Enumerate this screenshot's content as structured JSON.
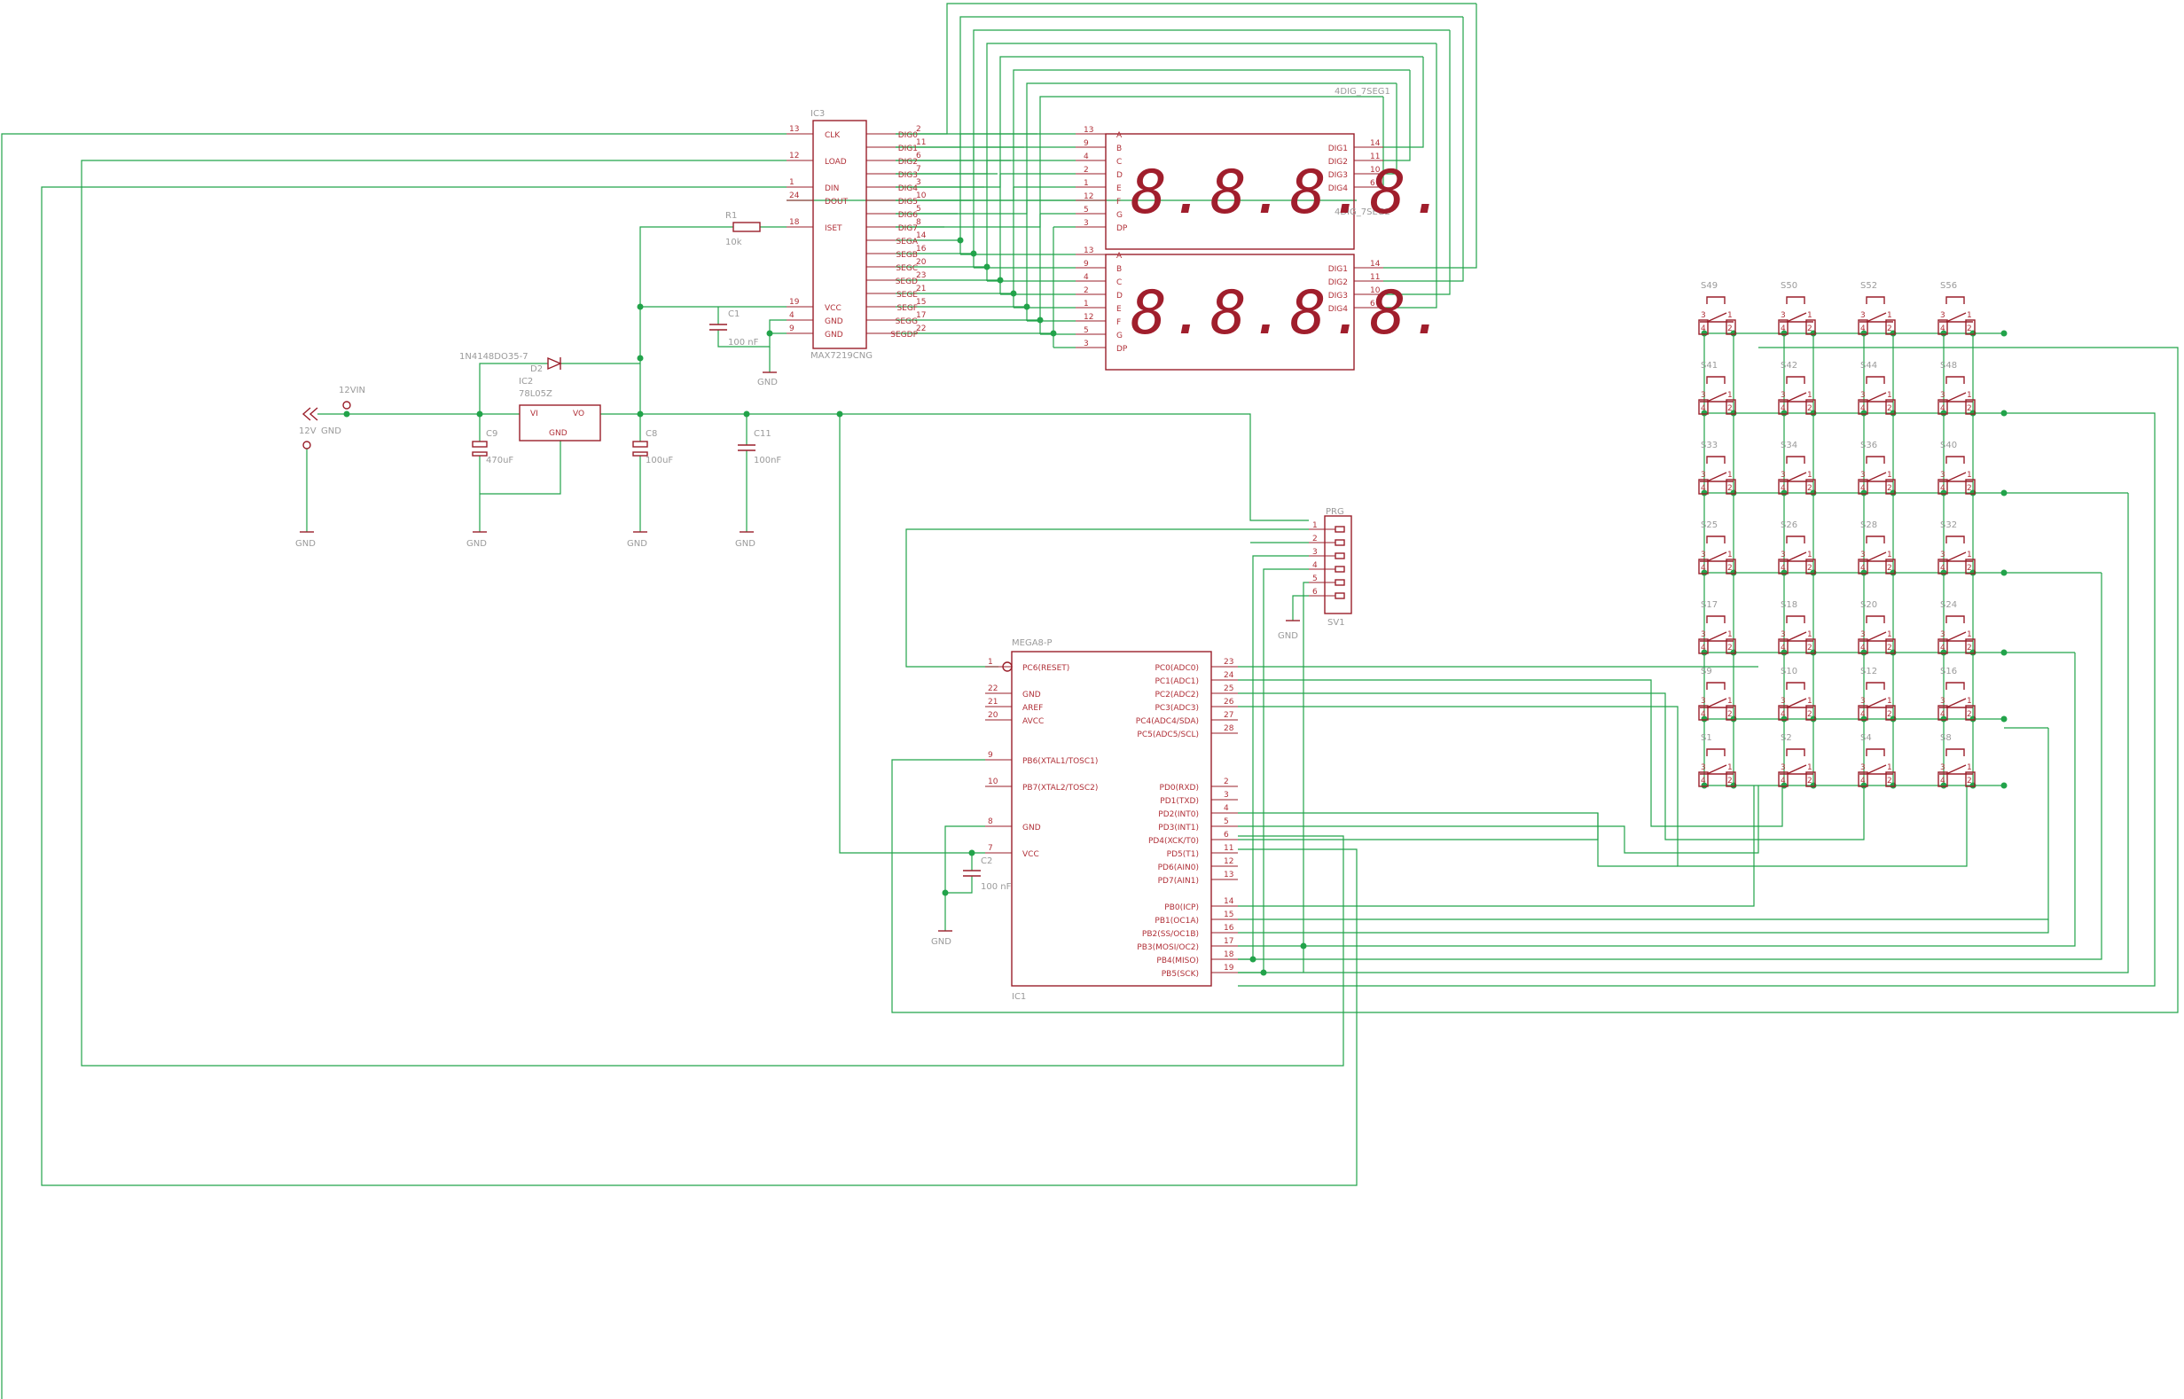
{
  "colors": {
    "wire": "#22a34a",
    "part": "#9a1f2a",
    "text": "#b03038",
    "label": "#9a9a9a",
    "bg": "#ffffff"
  },
  "ic3": {
    "name": "IC3",
    "value": "MAX7219CNG",
    "left": [
      {
        "num": "13",
        "label": "CLK"
      },
      {
        "num": "12",
        "label": "LOAD"
      },
      {
        "num": "1",
        "label": "DIN"
      },
      {
        "num": "24",
        "label": "DOUT"
      },
      {
        "num": "18",
        "label": "ISET"
      },
      {
        "num": "19",
        "label": "VCC"
      },
      {
        "num": "4",
        "label": "GND"
      },
      {
        "num": "9",
        "label": "GND"
      }
    ],
    "right": [
      {
        "num": "2",
        "label": "DIG0"
      },
      {
        "num": "11",
        "label": "DIG1"
      },
      {
        "num": "6",
        "label": "DIG2"
      },
      {
        "num": "7",
        "label": "DIG3"
      },
      {
        "num": "3",
        "label": "DIG4"
      },
      {
        "num": "10",
        "label": "DIG5"
      },
      {
        "num": "5",
        "label": "DIG6"
      },
      {
        "num": "8",
        "label": "DIG7"
      },
      {
        "num": "14",
        "label": "SEGA"
      },
      {
        "num": "16",
        "label": "SEGB"
      },
      {
        "num": "20",
        "label": "SEGC"
      },
      {
        "num": "23",
        "label": "SEGD"
      },
      {
        "num": "21",
        "label": "SEGE"
      },
      {
        "num": "15",
        "label": "SEGF"
      },
      {
        "num": "17",
        "label": "SEGG"
      },
      {
        "num": "22",
        "label": "SEGDP"
      }
    ]
  },
  "displays": [
    {
      "name": "4DIG_7SEG1",
      "digits": "8.8.8.8."
    },
    {
      "name": "4DIG_7SEG2",
      "digits": "8.8.8.8."
    }
  ],
  "disp_left": [
    {
      "num": "13",
      "label": "A"
    },
    {
      "num": "9",
      "label": "B"
    },
    {
      "num": "4",
      "label": "C"
    },
    {
      "num": "2",
      "label": "D"
    },
    {
      "num": "1",
      "label": "E"
    },
    {
      "num": "12",
      "label": "F"
    },
    {
      "num": "5",
      "label": "G"
    },
    {
      "num": "3",
      "label": "DP"
    }
  ],
  "disp_right": [
    {
      "num": "14",
      "label": "DIG1"
    },
    {
      "num": "11",
      "label": "DIG2"
    },
    {
      "num": "10",
      "label": "DIG3"
    },
    {
      "num": "6",
      "label": "DIG4"
    }
  ],
  "r1": {
    "name": "R1",
    "value": "10k"
  },
  "c1": {
    "name": "C1",
    "value": "100 nF"
  },
  "c2": {
    "name": "C2",
    "value": "100 nF"
  },
  "c8": {
    "name": "C8",
    "value": "100uF"
  },
  "c9": {
    "name": "C9",
    "value": "470uF"
  },
  "c11": {
    "name": "C11",
    "value": "100nF"
  },
  "d2": {
    "name": "D2",
    "value": "1N4148DO35-7"
  },
  "ic2": {
    "name": "IC2",
    "value": "78L05Z",
    "vi": "VI",
    "vo": "VO",
    "gnd": "GND"
  },
  "power": {
    "vin": "12VIN",
    "vin2": "12V",
    "gnd_in": "GND",
    "gnd": "GND"
  },
  "sv1": {
    "name": "SV1",
    "value": "PRG",
    "pins": [
      "1",
      "2",
      "3",
      "4",
      "5",
      "6"
    ]
  },
  "ic1": {
    "name": "IC1",
    "value": "MEGA8-P",
    "left": [
      {
        "num": "1",
        "label": "PC6(RESET)"
      },
      {
        "num": "22",
        "label": "GND"
      },
      {
        "num": "21",
        "label": "AREF"
      },
      {
        "num": "20",
        "label": "AVCC"
      },
      {
        "num": "9",
        "label": "PB6(XTAL1/TOSC1)"
      },
      {
        "num": "10",
        "label": "PB7(XTAL2/TOSC2)"
      },
      {
        "num": "8",
        "label": "GND"
      },
      {
        "num": "7",
        "label": "VCC"
      }
    ],
    "right": [
      {
        "num": "23",
        "label": "PC0(ADC0)"
      },
      {
        "num": "24",
        "label": "PC1(ADC1)"
      },
      {
        "num": "25",
        "label": "PC2(ADC2)"
      },
      {
        "num": "26",
        "label": "PC3(ADC3)"
      },
      {
        "num": "27",
        "label": "PC4(ADC4/SDA)"
      },
      {
        "num": "28",
        "label": "PC5(ADC5/SCL)"
      },
      {
        "num": "2",
        "label": "PD0(RXD)"
      },
      {
        "num": "3",
        "label": "PD1(TXD)"
      },
      {
        "num": "4",
        "label": "PD2(INT0)"
      },
      {
        "num": "5",
        "label": "PD3(INT1)"
      },
      {
        "num": "6",
        "label": "PD4(XCK/T0)"
      },
      {
        "num": "11",
        "label": "PD5(T1)"
      },
      {
        "num": "12",
        "label": "PD6(AIN0)"
      },
      {
        "num": "13",
        "label": "PD7(AIN1)"
      },
      {
        "num": "14",
        "label": "PB0(ICP)"
      },
      {
        "num": "15",
        "label": "PB1(OC1A)"
      },
      {
        "num": "16",
        "label": "PB2(SS/OC1B)"
      },
      {
        "num": "17",
        "label": "PB3(MOSI/OC2)"
      },
      {
        "num": "18",
        "label": "PB4(MISO)"
      },
      {
        "num": "19",
        "label": "PB5(SCK)"
      }
    ]
  },
  "switches": [
    [
      "S49",
      "S50",
      "S52",
      "S56"
    ],
    [
      "S41",
      "S42",
      "S44",
      "S48"
    ],
    [
      "S33",
      "S34",
      "S36",
      "S40"
    ],
    [
      "S25",
      "S26",
      "S28",
      "S32"
    ],
    [
      "S17",
      "S18",
      "S20",
      "S24"
    ],
    [
      "S9",
      "S10",
      "S12",
      "S16"
    ],
    [
      "S1",
      "S2",
      "S4",
      "S8"
    ]
  ],
  "switch_pins": [
    "1",
    "2",
    "3",
    "4"
  ]
}
